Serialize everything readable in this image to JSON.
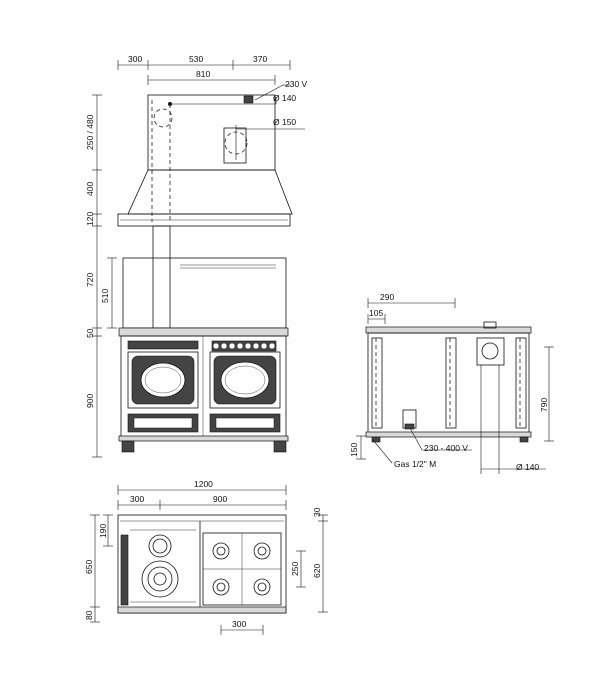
{
  "front_view": {
    "top_dims": [
      "300",
      "530",
      "370"
    ],
    "overall_810": "810",
    "power": "230 V",
    "flue_a": "Ø 140",
    "flue_b": "Ø 150",
    "left_dims": [
      "250 / 480",
      "400",
      "120",
      "720",
      "510",
      "50",
      "900"
    ]
  },
  "side_view": {
    "depth_290": "290",
    "depth_105": "105",
    "height_790": "790",
    "height_150": "150",
    "electric": "230 - 400 V",
    "gas": "Gas 1/2\" M",
    "flue": "Ø 140"
  },
  "top_view": {
    "width_1200": "1200",
    "width_300": "300",
    "width_900": "900",
    "right_30": "30",
    "right_620": "620",
    "inner_250": "250",
    "left_190": "190",
    "left_650": "650",
    "left_80": "80",
    "bottom_300": "300"
  }
}
